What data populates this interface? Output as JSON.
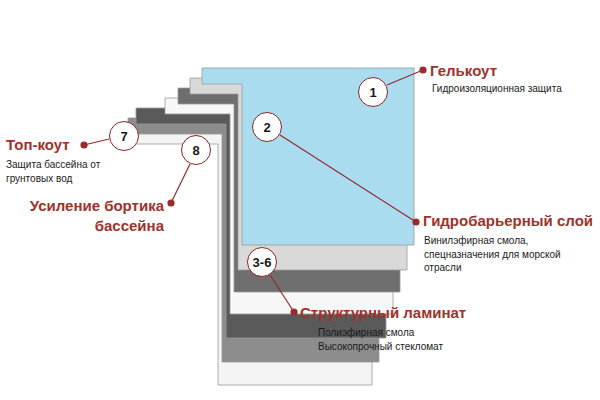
{
  "diagram": {
    "nodes": [
      {
        "text": [
          "1"
        ]
      },
      {
        "text": [
          "2"
        ]
      },
      {
        "text": [
          "3-6"
        ]
      },
      {
        "text": [
          "7"
        ]
      },
      {
        "text": [
          "8"
        ]
      }
    ],
    "labels": [
      "Гелькоут",
      "Гидроизоляционная защита",
      "Топ-коут",
      "Защита бассейна от грунтовых вод",
      "Усиление бортика бассейна",
      "Гидробарьерный слой",
      "Винилэфирная смола, спецназначения для морской отрасли",
      "Структурный ламинат",
      "Полиэфирная смола",
      "Высокопрочный стекломат"
    ]
  }
}
